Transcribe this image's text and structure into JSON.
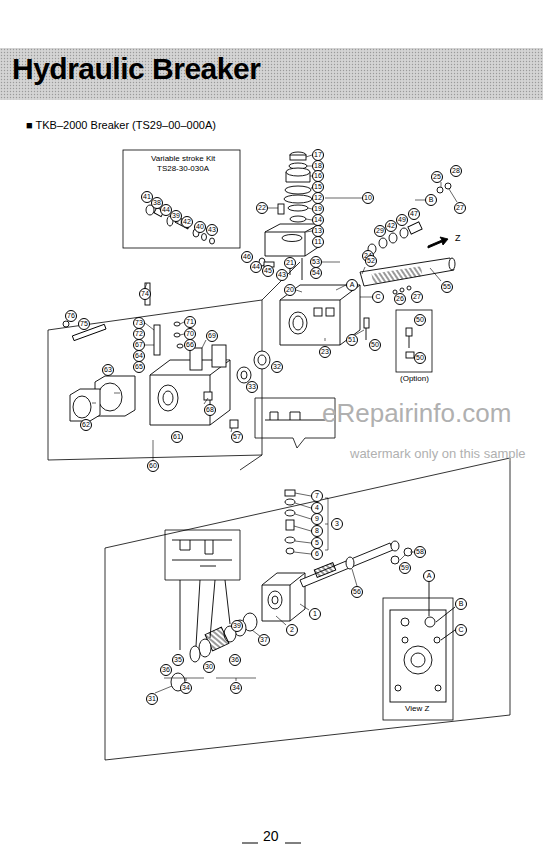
{
  "diagram": {
    "title": "Hydraulic Breaker",
    "labels": [
      "■ TKB–2000 Breaker (TS29–00–000A)",
      "Variable stroke Kit",
      "TS28-30-030A",
      "17",
      "18",
      "16",
      "15",
      "12",
      "10",
      "19",
      "14",
      "13",
      "11",
      "22",
      "25",
      "28",
      "27",
      "B",
      "24",
      "29",
      "42",
      "49",
      "47",
      "Z",
      "21",
      "53",
      "54",
      "52",
      "55",
      "A",
      "C",
      "26",
      "27",
      "20",
      "23",
      "51",
      "50",
      "32",
      "33",
      "50",
      "50",
      "(Option)",
      "41",
      "38",
      "44",
      "39",
      "42",
      "40",
      "43",
      "46",
      "44",
      "45",
      "43",
      "74",
      "73",
      "72",
      "67",
      "64",
      "65",
      "71",
      "70",
      "66",
      "69",
      "68",
      "76",
      "75",
      "63",
      "62",
      "61",
      "60",
      "57",
      "7",
      "4",
      "9",
      "8",
      "5",
      "6",
      "3",
      "1",
      "2",
      "56",
      "59",
      "58",
      "39",
      "37",
      "36",
      "30",
      "34",
      "35",
      "36",
      "34",
      "31",
      "A",
      "B",
      "C",
      "View Z",
      "20",
      "eRepairinfo.com",
      "watermark only on this sample"
    ]
  }
}
